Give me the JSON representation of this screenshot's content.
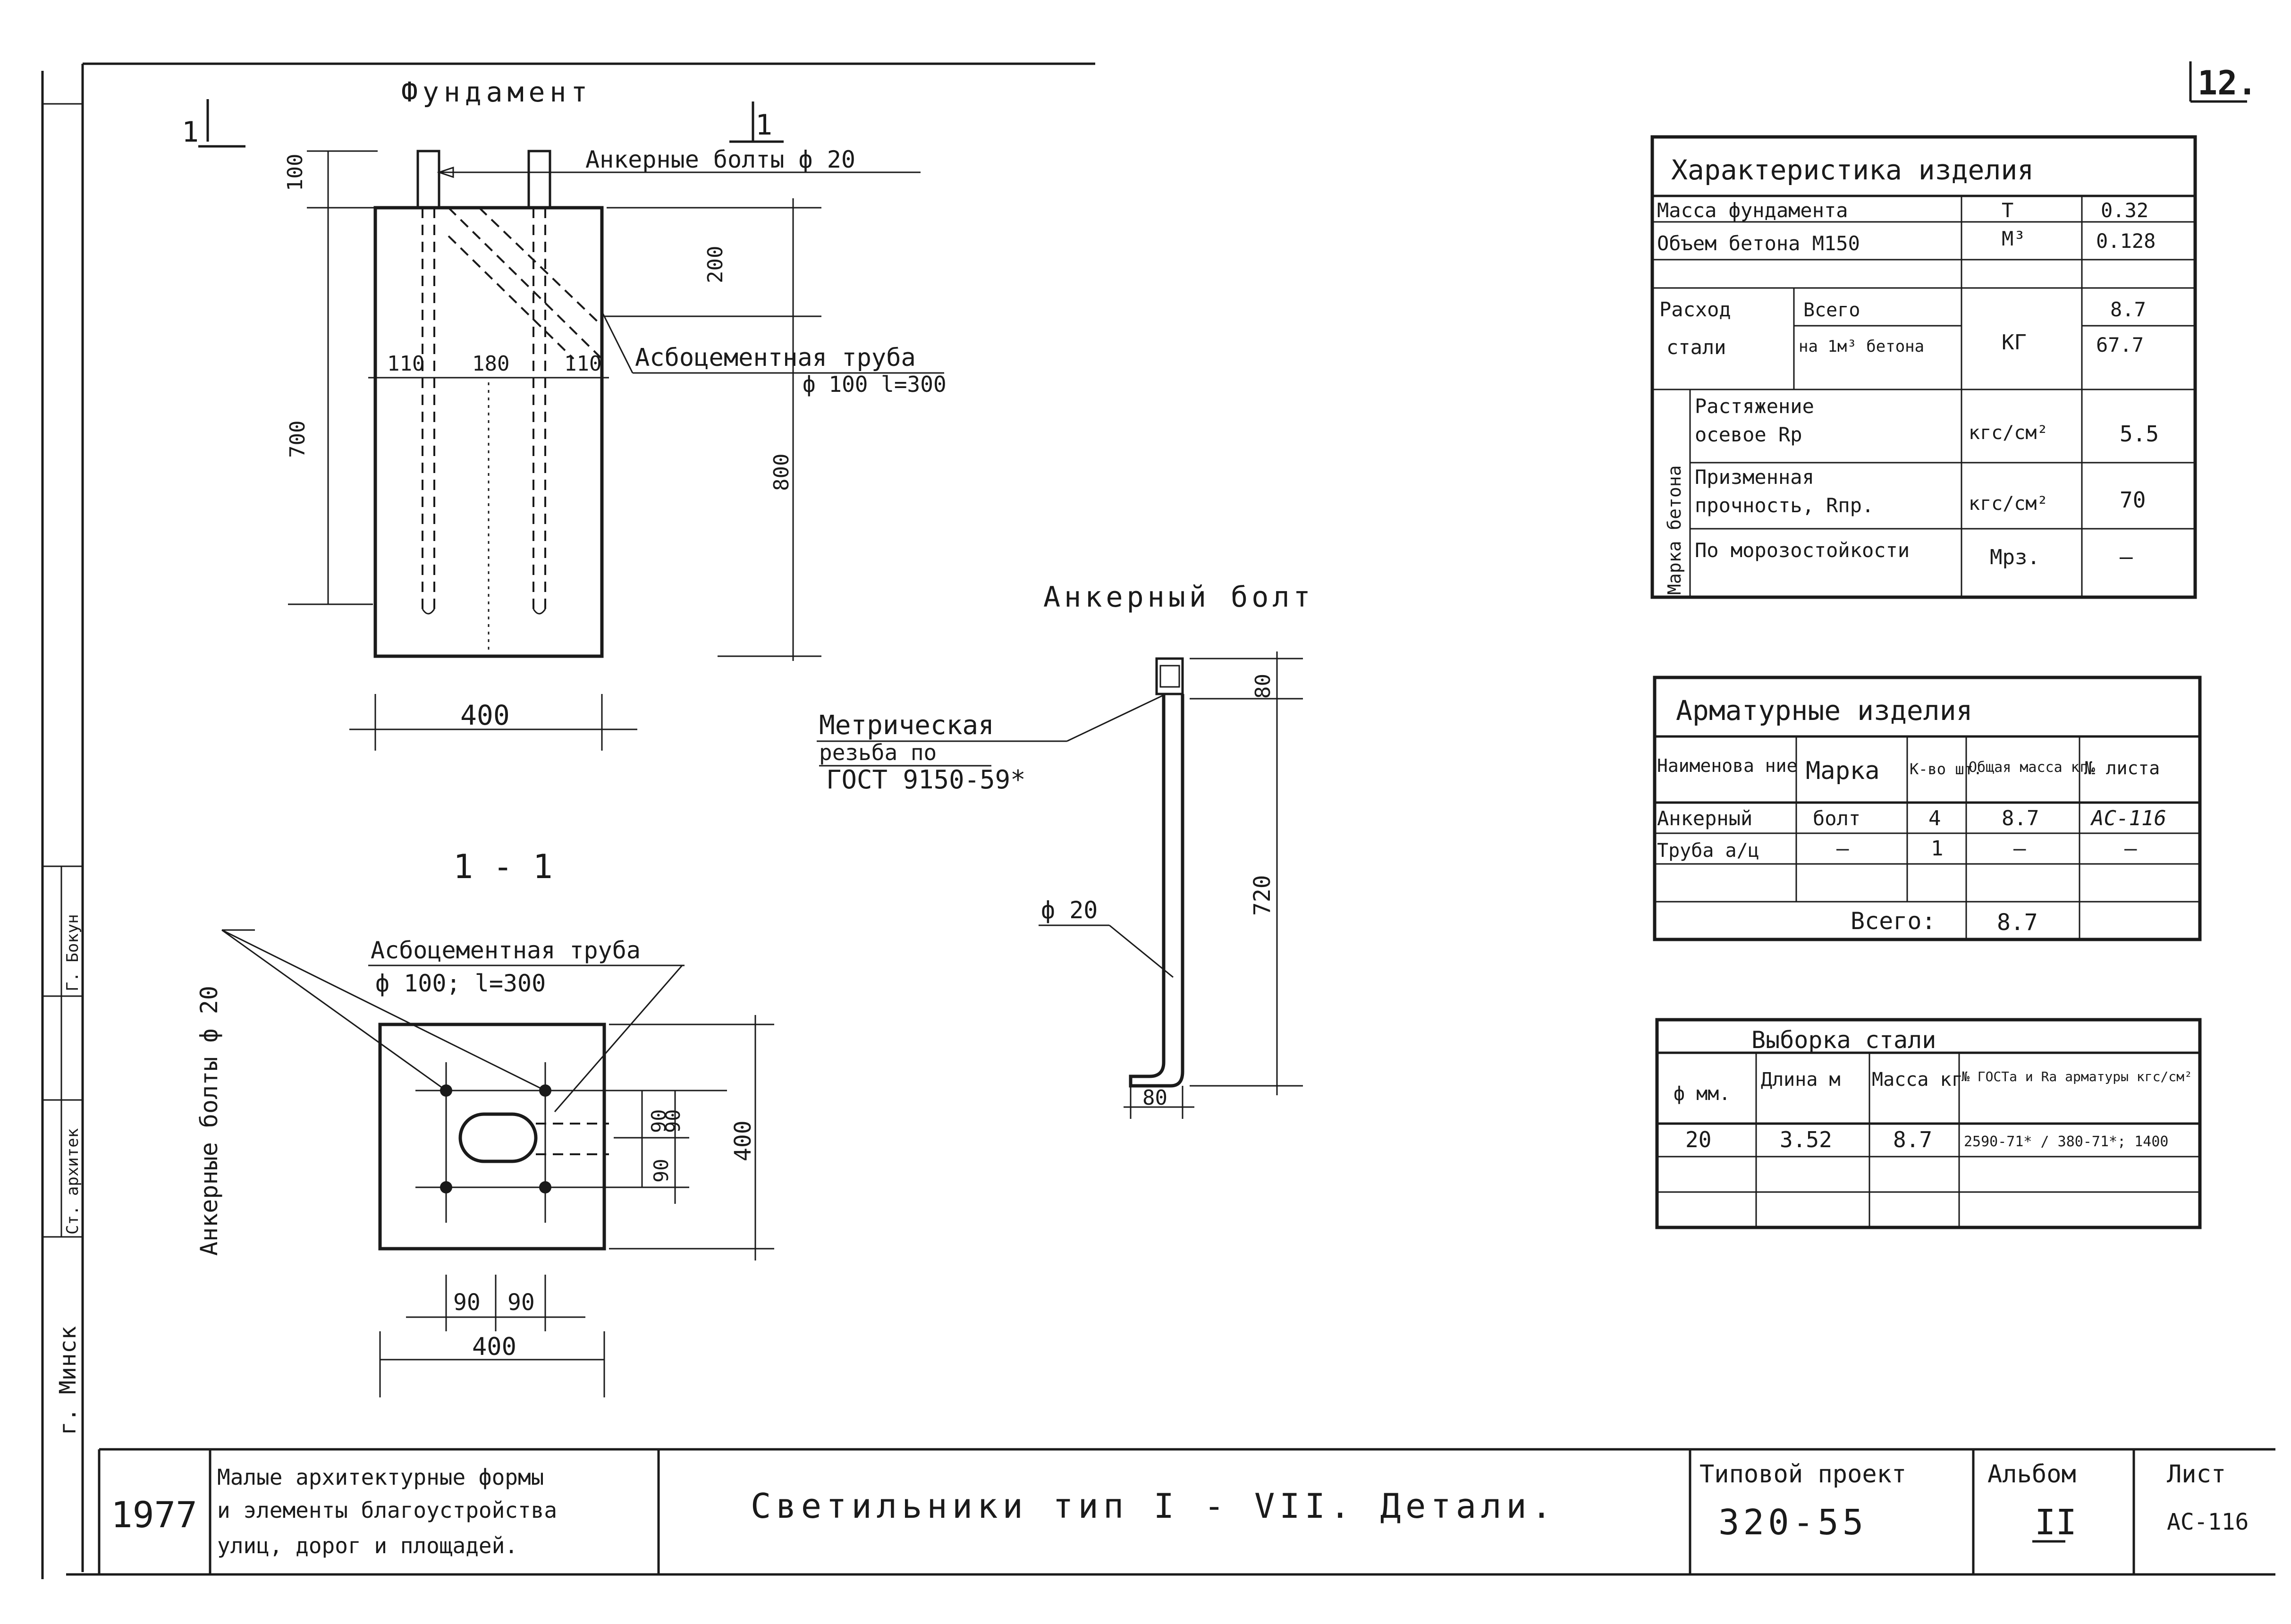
{
  "sheet_number_corner": "12.",
  "drawing": {
    "foundation_title": "Фундамент",
    "section_marker": "1",
    "anchor_bolts_label": "Анкерные болты ф 20",
    "asbestos_pipe_label": "Асбоцементная труба",
    "asbestos_pipe_size": "ф 100  l=300",
    "dims_top": [
      "100",
      "200",
      "700",
      "800",
      "110",
      "180",
      "110",
      "400"
    ],
    "section_title": "1 - 1",
    "section_pipe_label": "Асбоцементная труба",
    "section_pipe_size": "ф 100;  l=300",
    "section_bolts_label": "Анкерные болты ф 20",
    "dims_section": [
      "90",
      "90",
      "90",
      "400",
      "90",
      "90",
      "400"
    ],
    "bolt_title": "Анкерный болт",
    "thread_label_1": "Метрическая",
    "thread_label_2": "резьба по",
    "thread_label_3": "ГОСТ  9150-59*",
    "bolt_diameter": "ф 20",
    "bolt_dims": [
      "80",
      "720",
      "80"
    ]
  },
  "char_table": {
    "title": "Характеристика   изделия",
    "rows": [
      {
        "name": "Масса фундамента",
        "unit": "Т",
        "value": "0.32"
      },
      {
        "name": "Объем бетона М150",
        "unit": "М³",
        "value": "0.128"
      }
    ],
    "steel_label_1": "Расход",
    "steel_label_2": "стали",
    "steel_sub_1": "Всего",
    "steel_sub_2": "на 1м³ бетона",
    "steel_unit": "КГ",
    "steel_val_1": "8.7",
    "steel_val_2": "67.7",
    "concrete_mark_label": "Марка бетона",
    "concrete_rows": [
      {
        "name1": "Растяжение",
        "name2": "осевое   Rp",
        "unit": "кгс/см²",
        "value": "5.5"
      },
      {
        "name1": "Призменная",
        "name2": "прочность, Rпр.",
        "unit": "кгс/см²",
        "value": "70"
      },
      {
        "name1": "По морозостойкости",
        "name2": "",
        "unit": "Мрз.",
        "value": "—"
      }
    ]
  },
  "rebar_table": {
    "title": "Арматурные   изделия",
    "headers": [
      "Наименова ние",
      "Марка",
      "К-во шт.",
      "Общая масса кг.",
      "№ листа"
    ],
    "rows": [
      [
        "Анкерный",
        "болт",
        "4",
        "8.7",
        "АС-116"
      ],
      [
        "Труба а/ц",
        "—",
        "1",
        "—",
        "—"
      ],
      [
        "",
        "",
        "",
        "",
        ""
      ]
    ],
    "total_label": "Всего:",
    "total_value": "8.7"
  },
  "steel_table": {
    "title": "Выборка   стали",
    "headers": [
      "ф мм.",
      "Длина м",
      "Масса кг",
      "№ ГОСТа и Ra арматуры кгс/см²"
    ],
    "row": [
      "20",
      "3.52",
      "8.7",
      "2590-71* / 380-71*; 1400"
    ]
  },
  "side_stamp": {
    "city": "г. Минск",
    "role": "Ст. архитек",
    "name": "Г. Бокун"
  },
  "title_block": {
    "year": "1977",
    "series_1": "Малые архитектурные формы",
    "series_2": "и элементы благоустройства",
    "series_3": "улиц, дорог и площадей.",
    "title": "Светильники тип I - VII. Детали.",
    "project_label": "Типовой проект",
    "project_number": "320-55",
    "album_label": "Альбом",
    "album_number": "II",
    "sheet_label": "Лист",
    "sheet_number": "АС-116"
  }
}
